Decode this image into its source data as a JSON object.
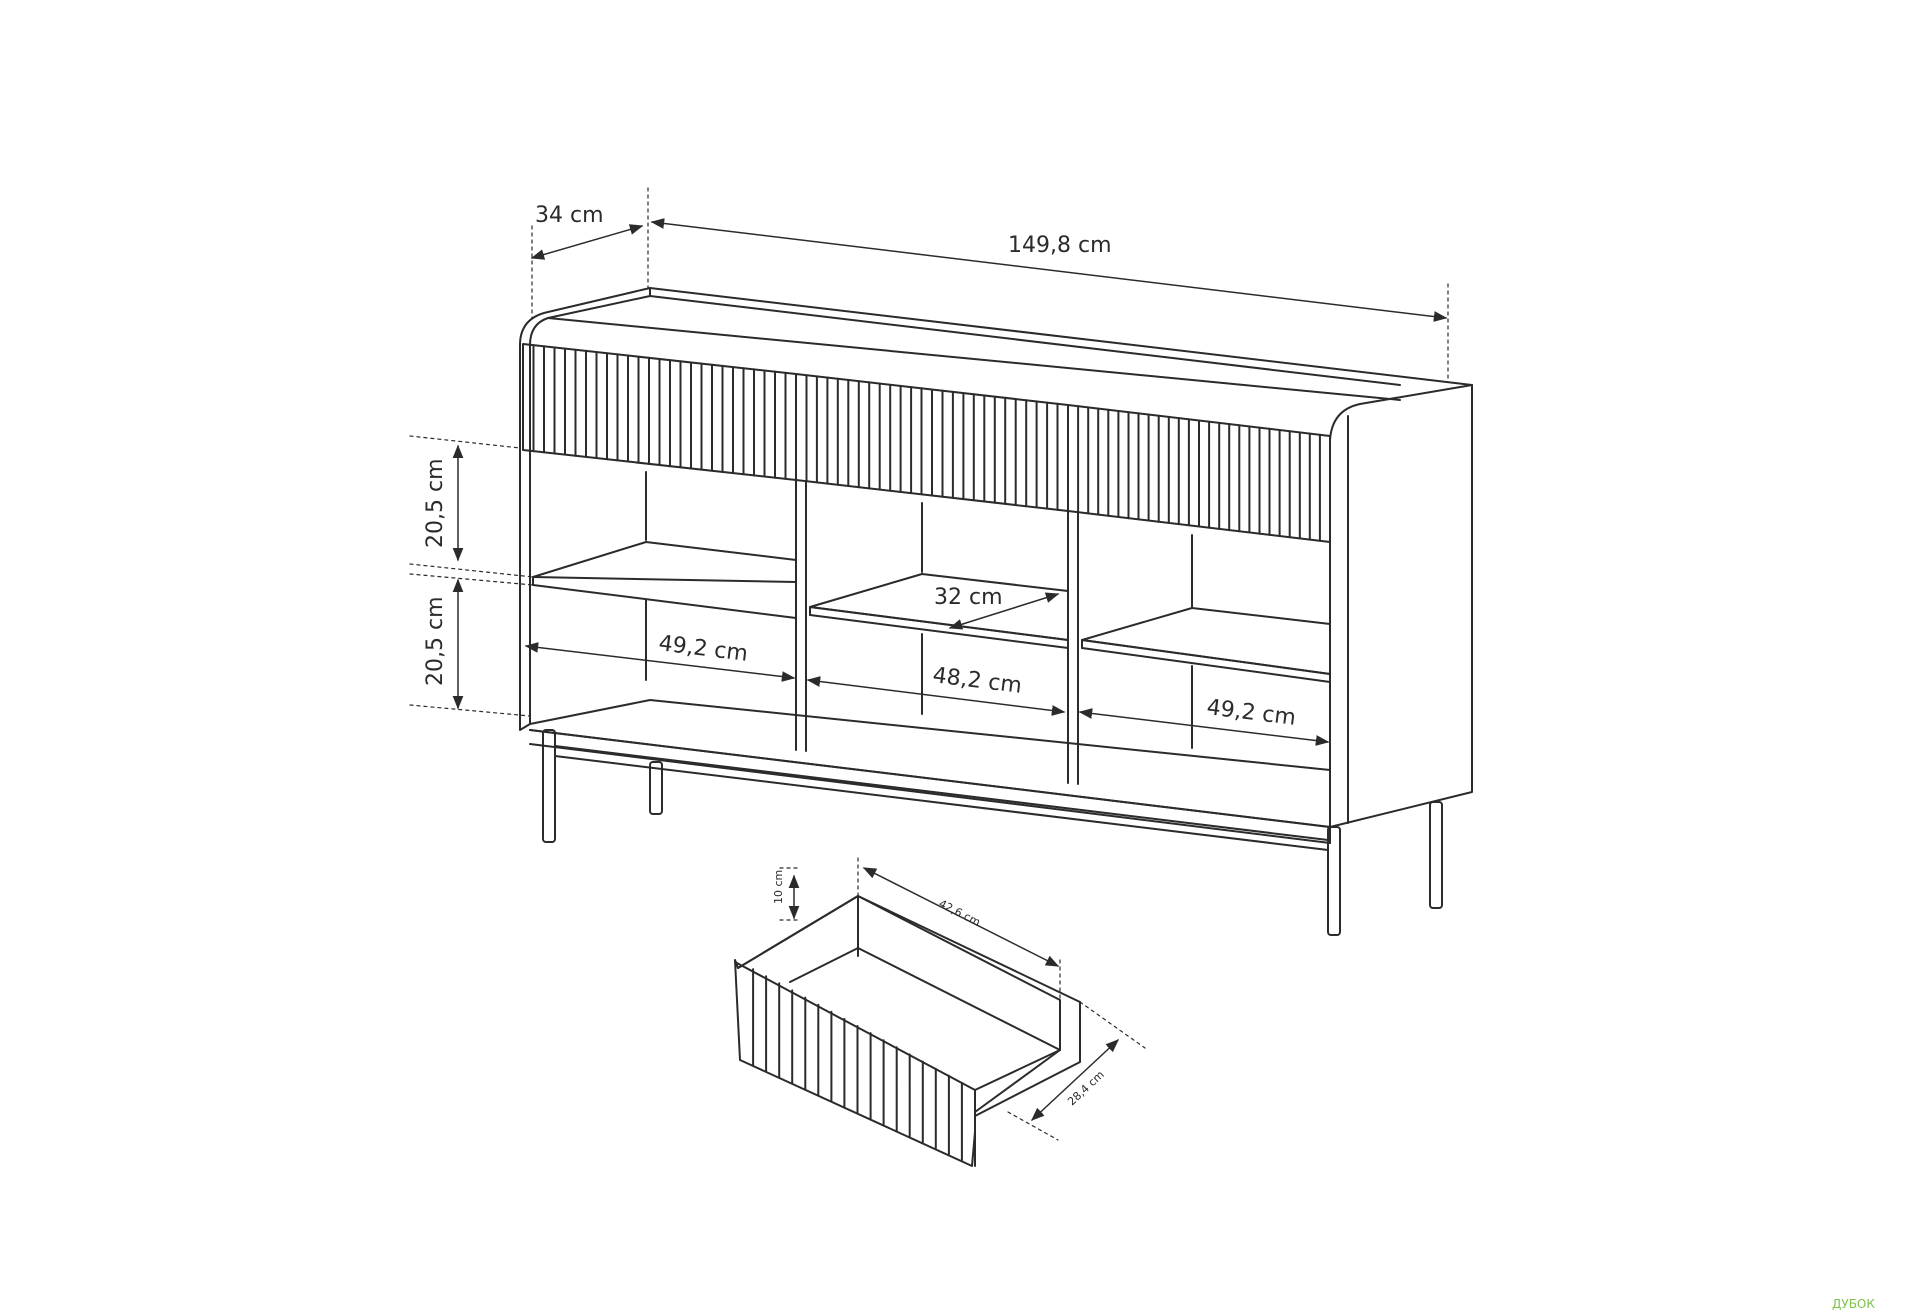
{
  "diagram": {
    "type": "furniture dimension drawing",
    "dimensions": {
      "depth": "34 cm",
      "width": "149,8 cm",
      "shelf_height_top": "20,5 cm",
      "shelf_height_bottom": "20,5 cm",
      "shelf_depth": "32 cm",
      "left_compartment_width": "49,2 cm",
      "middle_compartment_width": "48,2 cm",
      "right_compartment_width": "49,2 cm",
      "drawer_height": "10 cm",
      "drawer_length": "42,6 cm",
      "drawer_width": "28,4 cm"
    }
  },
  "watermark": "ДУБОК",
  "colors": {
    "line": "#2b2b2b",
    "watermark": "#7fc24a",
    "background": "#ffffff"
  }
}
